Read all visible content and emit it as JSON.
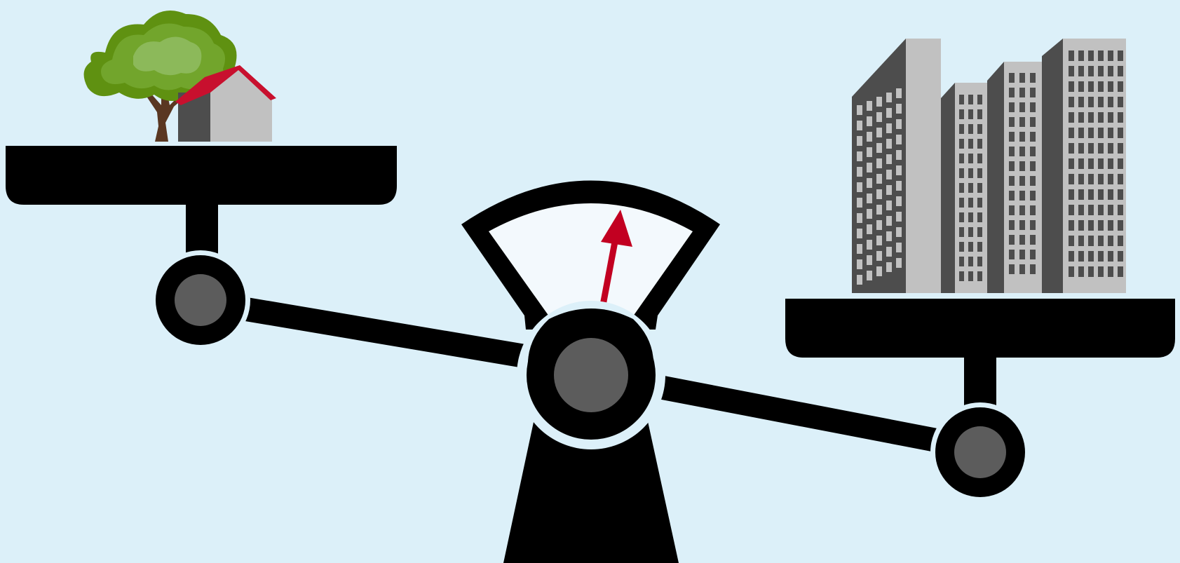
{
  "scene": {
    "background": "#dcf0f9",
    "subject": "balance-scale",
    "tilt": "left-pan-raised",
    "gauge_needle_direction": "tilted-right"
  },
  "colors": {
    "scale_body": "#000000",
    "joint_inner": "#5c5c5c",
    "gauge_face": "#f3f9fd",
    "needle": "#c20021",
    "roof": "#c8102e",
    "house_front": "#c1c1c1",
    "house_side": "#4d4d4d",
    "tree_foliage": "#6c9f1e",
    "tree_trunk": "#5a3722",
    "building_light": "#c1c1c1",
    "building_dark": "#4d4d4d"
  },
  "left_pan": {
    "items": [
      "tree-icon",
      "house-icon"
    ]
  },
  "right_pan": {
    "items": [
      "apartment-buildings-icon"
    ]
  }
}
